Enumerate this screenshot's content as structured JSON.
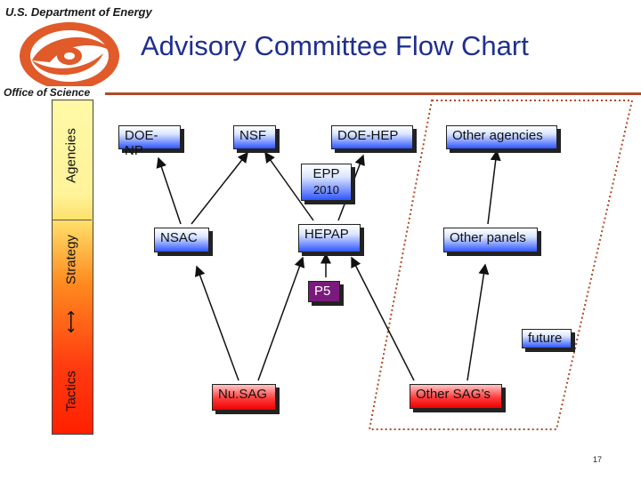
{
  "header": {
    "org": "U.S. Department of Energy",
    "title": "Advisory Committee Flow Chart",
    "office": "Office of Science"
  },
  "sidebar": {
    "agencies": "Agencies",
    "strategy": "Strategy",
    "arrow": "⟷",
    "tactics": "Tactics"
  },
  "nodes": {
    "doe_np": "DOE-NP",
    "nsf": "NSF",
    "doe_hep": "DOE-HEP",
    "other_agencies": "Other agencies",
    "epp": "EPP",
    "epp_year": "2010",
    "nsac": "NSAC",
    "hepap": "HEPAP",
    "other_panels": "Other panels",
    "p5": "P5",
    "future": "future",
    "nusag": "Nu.SAG",
    "other_sags": "Other SAG’s"
  },
  "footer": {
    "page_number": "17"
  },
  "colors": {
    "title": "#1f2f8f",
    "rule": "#b04a26",
    "dotted_border": "#b04a26",
    "node_blue": "#2f56ff",
    "node_purple": "#7a1a7c",
    "node_red": "#ee0000"
  }
}
